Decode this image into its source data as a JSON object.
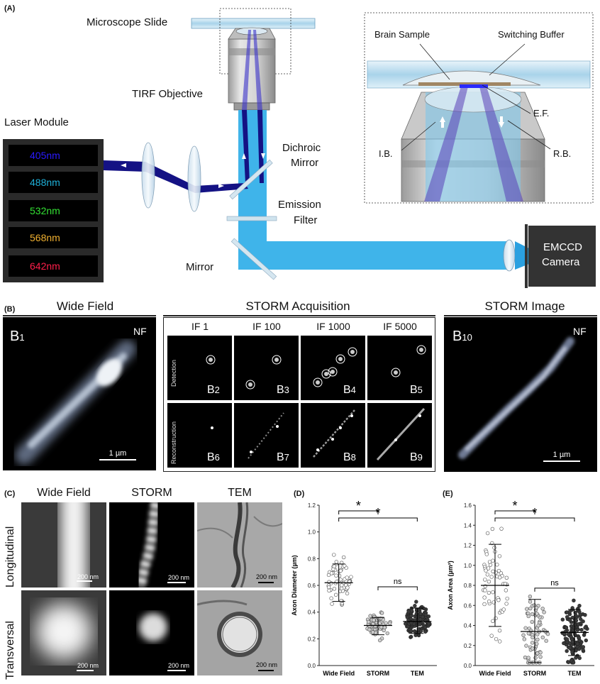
{
  "panelA": {
    "label": "(A)",
    "microscope_slide": "Microscope Slide",
    "tirf_objective": "TIRF Objective",
    "laser_module": "Laser  Module",
    "lasers": [
      {
        "label": "405nm",
        "color": "#2a1aff"
      },
      {
        "label": "488nm",
        "color": "#1fb0d8"
      },
      {
        "label": "532nm",
        "color": "#33e033"
      },
      {
        "label": "568nm",
        "color": "#f0b030"
      },
      {
        "label": "642nm",
        "color": "#ff1e4a"
      }
    ],
    "dichroic": "Dichroic",
    "mirror_label": "Mirror",
    "emission": "Emission",
    "filter": "Filter",
    "mirror": "Mirror",
    "emccd": "EMCCD",
    "camera": "Camera",
    "inset": {
      "brain_sample": "Brain Sample",
      "switching_buffer": "Switching Buffer",
      "ef": "E.F.",
      "ib": "I.B.",
      "rb": "R.B."
    }
  },
  "panelB": {
    "label": "(B)",
    "wide_field_title": "Wide Field",
    "storm_acq_title": "STORM Acquisition",
    "storm_image_title": "STORM Image",
    "b1": "B",
    "b1_sub": "1",
    "b10": "B",
    "b10_sub": "10",
    "nf": "NF",
    "scale_1um": "1 µm",
    "frames": [
      "IF 1",
      "IF 100",
      "IF 1000",
      "IF 5000"
    ],
    "row_detection": "Detection",
    "row_reconstruction": "Reconstruction",
    "sub_labels": [
      "2",
      "3",
      "4",
      "5",
      "6",
      "7",
      "8",
      "9"
    ],
    "sub_prefix": "B"
  },
  "panelC": {
    "label": "(C)",
    "cols": [
      "Wide Field",
      "STORM",
      "TEM"
    ],
    "rows": [
      "Longitudinal",
      "Transversal"
    ],
    "scale": "200 nm"
  },
  "chart_data": [
    {
      "type": "scatter",
      "panel": "(D)",
      "ylabel": "Axon Diameter (µm)",
      "categories": [
        "Wide Field",
        "STORM",
        "TEM"
      ],
      "ylim": [
        0.0,
        1.2
      ],
      "yticks": [
        0.0,
        0.2,
        0.4,
        0.6,
        0.8,
        1.0,
        1.2
      ],
      "mean": [
        0.62,
        0.3,
        0.33
      ],
      "sd_upper": [
        0.76,
        0.36,
        0.43
      ],
      "sd_lower": [
        0.48,
        0.23,
        0.24
      ],
      "significance": [
        {
          "pair": [
            0,
            1
          ],
          "label": "*"
        },
        {
          "pair": [
            0,
            2
          ],
          "label": "*"
        },
        {
          "pair": [
            1,
            2
          ],
          "label": "ns"
        }
      ]
    },
    {
      "type": "scatter",
      "panel": "(E)",
      "ylabel": "Axon Area (µm²)",
      "categories": [
        "Wide Field",
        "STORM",
        "TEM"
      ],
      "ylim": [
        0.0,
        1.6
      ],
      "yticks": [
        0.0,
        0.2,
        0.4,
        0.6,
        0.8,
        1.0,
        1.2,
        1.4,
        1.6
      ],
      "mean": [
        0.8,
        0.34,
        0.33
      ],
      "sd_upper": [
        1.21,
        0.66,
        0.56
      ],
      "sd_lower": [
        0.39,
        0.03,
        0.1
      ],
      "significance": [
        {
          "pair": [
            0,
            1
          ],
          "label": "*"
        },
        {
          "pair": [
            0,
            2
          ],
          "label": "*"
        },
        {
          "pair": [
            1,
            2
          ],
          "label": "ns"
        }
      ]
    }
  ]
}
